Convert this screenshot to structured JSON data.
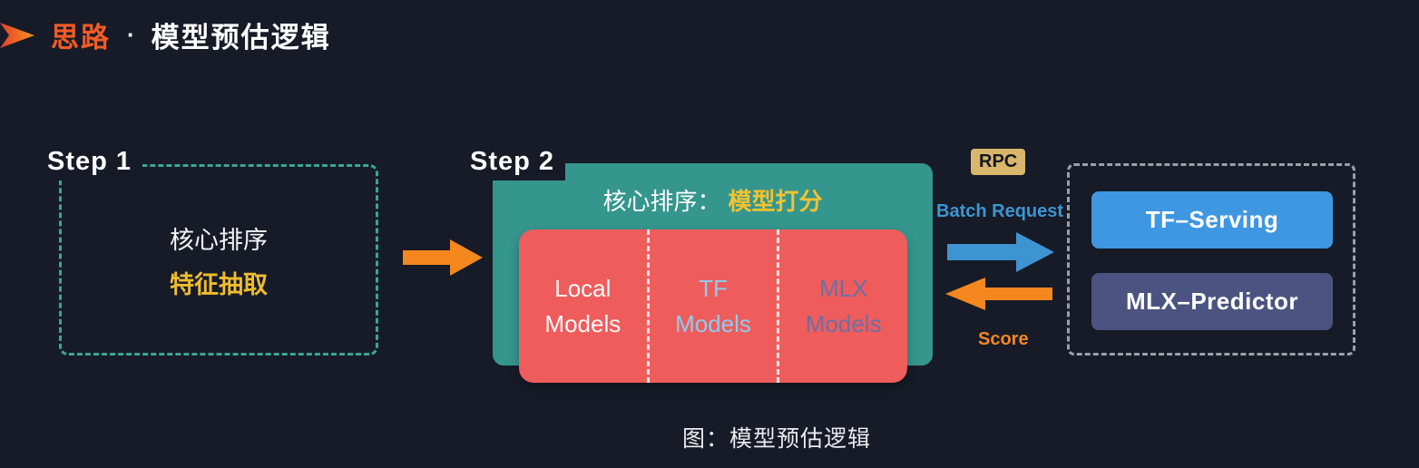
{
  "header": {
    "title_prefix": "思路",
    "separator": "·",
    "title_main": "模型预估逻辑"
  },
  "step1": {
    "label": "Step 1",
    "line1": "核心排序",
    "line2": "特征抽取"
  },
  "step2": {
    "label": "Step 2",
    "header_prefix": "核心排序：",
    "header_highlight": "模型打分",
    "models": [
      {
        "label": "Local\nModels"
      },
      {
        "label": "TF\nModels"
      },
      {
        "label": "MLX\nModels"
      }
    ]
  },
  "rpc": {
    "badge": "RPC",
    "request_label": "Batch Request",
    "score_label": "Score"
  },
  "serving": {
    "items": [
      {
        "label": "TF–Serving"
      },
      {
        "label": "MLX–Predictor"
      }
    ]
  },
  "caption": "图：模型预估逻辑",
  "colors": {
    "background": "#161b27",
    "title_orange": "#f25b26",
    "accent_orange": "#f5871f",
    "gold": "#eebc2e",
    "teal_box": "#35968d",
    "teal_dashed_border": "#3aa692",
    "red_box": "#ef5c5c",
    "blue_arrow": "#3e94d1",
    "tf_serving_blue": "#3f97e2",
    "mlx_predictor_slate": "#4b5480",
    "rpc_badge_bg": "#d8b66c",
    "serving_dashed_border": "#9ba1a9",
    "tf_models_text": "#8ecbef",
    "mlx_models_text": "#6a70a4"
  }
}
